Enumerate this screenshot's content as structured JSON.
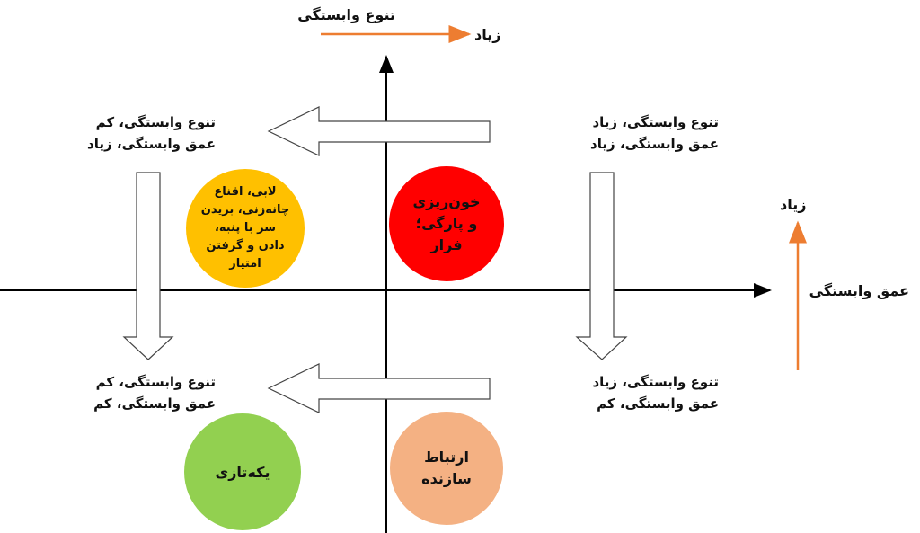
{
  "top_axis": {
    "label": "تنوع وابستگی",
    "direction": "زیاد"
  },
  "right_axis": {
    "label": "عمق وابستگی",
    "direction": "زیاد"
  },
  "quadrants": {
    "top_right": {
      "line1": "تنوع وابستگی، زیاد",
      "line2": "عمق وابستگی، زیاد",
      "circle": "خون‌ریزی و پارگی؛ فرار",
      "color": "#ff0000"
    },
    "top_left": {
      "line1": "تنوع وابستگی، کم",
      "line2": "عمق وابستگی، زیاد",
      "circle": "لابی، اقناع چانه‌زنی، بریدن سر با پنبه، دادن و گرفتن امتیاز",
      "color": "#ffc000"
    },
    "bottom_right": {
      "line1": "تنوع وابستگی، زیاد",
      "line2": "عمق وابستگی، کم",
      "circle": "ارتباط سازنده",
      "color": "#f4b183"
    },
    "bottom_left": {
      "line1": "تنوع وابستگی، کم",
      "line2": "عمق وابستگی، کم",
      "circle": "یکه‌تازی",
      "color": "#92d050"
    }
  },
  "accent": "#ed7d31"
}
